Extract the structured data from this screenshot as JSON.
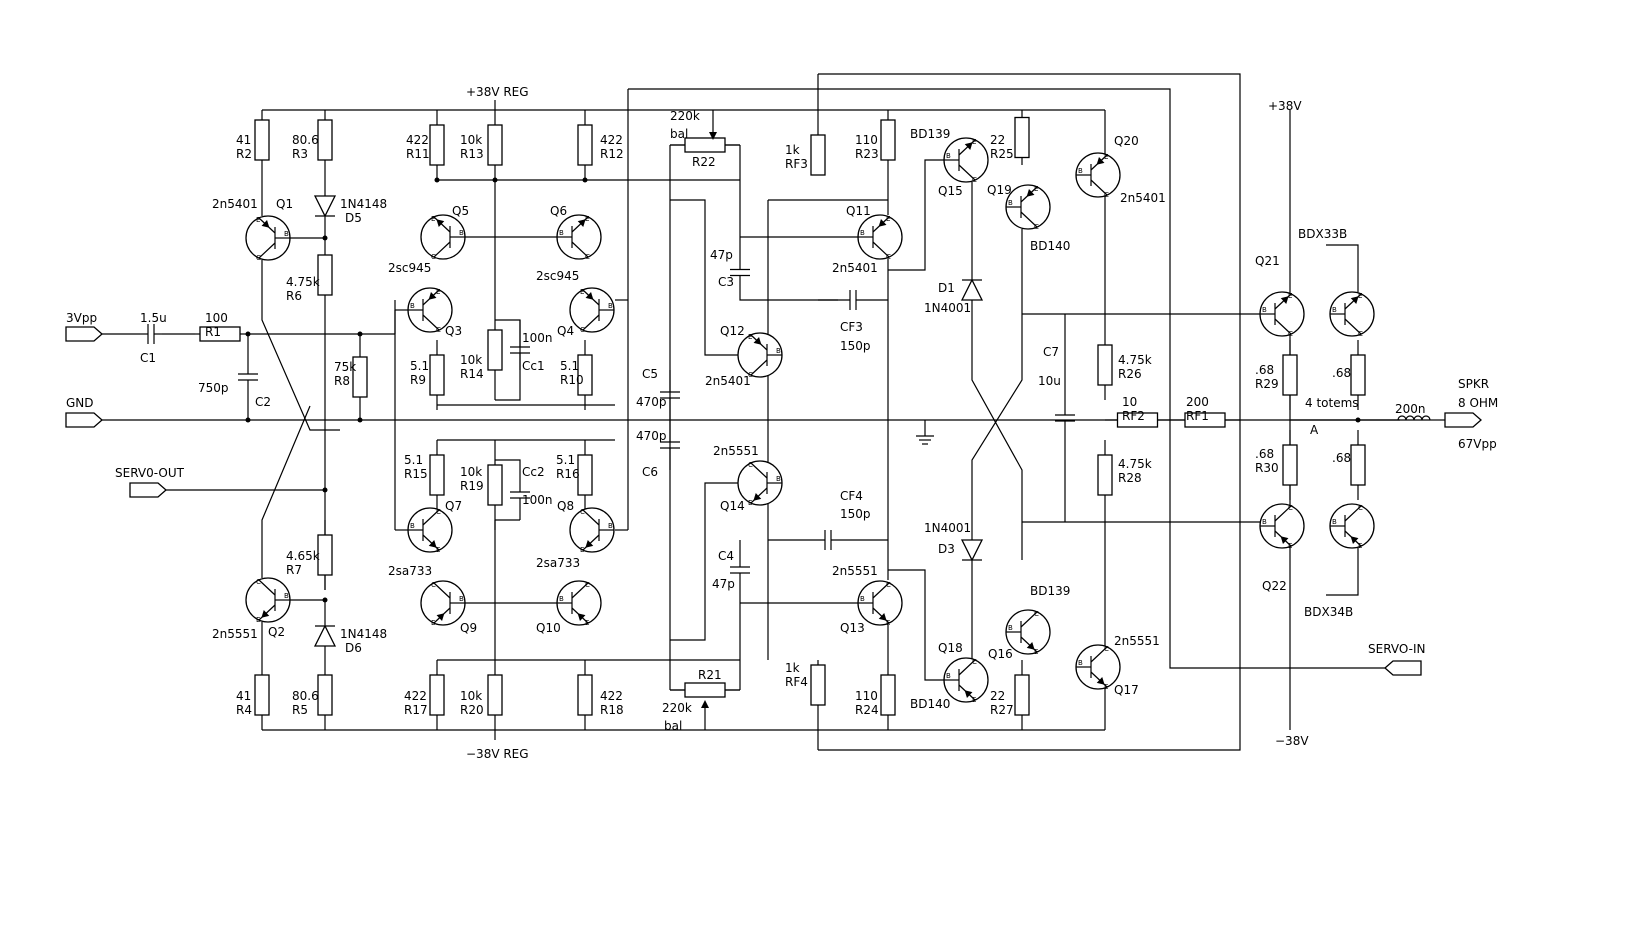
{
  "rails": {
    "pos_reg": "+38V REG",
    "neg_reg": "−38V REG",
    "pos": "+38V",
    "neg": "−38V"
  },
  "io": {
    "input": "3Vpp",
    "gnd": "GND",
    "servo_out": "SERV0-OUT",
    "servo_in": "SERVO-IN",
    "spkr": "SPKR",
    "load": "8 OHM",
    "out_v": "67Vpp"
  },
  "resistors": [
    {
      "ref": "R1",
      "value": "100"
    },
    {
      "ref": "R2",
      "value": "41"
    },
    {
      "ref": "R3",
      "value": "80.6"
    },
    {
      "ref": "R4",
      "value": "41"
    },
    {
      "ref": "R5",
      "value": "80.6"
    },
    {
      "ref": "R6",
      "value": "4.75k"
    },
    {
      "ref": "R7",
      "value": "4.65k"
    },
    {
      "ref": "R8",
      "value": "75k"
    },
    {
      "ref": "R9",
      "value": "5.1"
    },
    {
      "ref": "R10",
      "value": "5.1"
    },
    {
      "ref": "R11",
      "value": "422"
    },
    {
      "ref": "R12",
      "value": "422"
    },
    {
      "ref": "R13",
      "value": "10k"
    },
    {
      "ref": "R14",
      "value": "10k"
    },
    {
      "ref": "R15",
      "value": "5.1"
    },
    {
      "ref": "R16",
      "value": "5.1"
    },
    {
      "ref": "R17",
      "value": "422"
    },
    {
      "ref": "R18",
      "value": "422"
    },
    {
      "ref": "R19",
      "value": "10k"
    },
    {
      "ref": "R20",
      "value": "10k"
    },
    {
      "ref": "R23",
      "value": "110"
    },
    {
      "ref": "R24",
      "value": "110"
    },
    {
      "ref": "R25",
      "value": "22"
    },
    {
      "ref": "R26",
      "value": "4.75k"
    },
    {
      "ref": "R27",
      "value": "22"
    },
    {
      "ref": "R28",
      "value": "4.75k"
    },
    {
      "ref": "R29",
      "value": ".68"
    },
    {
      "ref": "R30",
      "value": ".68"
    },
    {
      "ref": "RF1",
      "value": "200"
    },
    {
      "ref": "RF2",
      "value": "10"
    },
    {
      "ref": "RF3",
      "value": "1k"
    },
    {
      "ref": "RF4",
      "value": "1k"
    }
  ],
  "pots": [
    {
      "ref": "R22",
      "value": "220k",
      "note": "bal"
    },
    {
      "ref": "R21",
      "value": "220k",
      "note": "bal"
    }
  ],
  "caps": [
    {
      "ref": "C1",
      "value": "1.5u"
    },
    {
      "ref": "C2",
      "value": "750p"
    },
    {
      "ref": "C3",
      "value": "47p"
    },
    {
      "ref": "C4",
      "value": "47p"
    },
    {
      "ref": "C5",
      "value": "470p"
    },
    {
      "ref": "C6",
      "value": "470p"
    },
    {
      "ref": "C7",
      "value": "10u"
    },
    {
      "ref": "Cc1",
      "value": "100n"
    },
    {
      "ref": "Cc2",
      "value": "100n"
    },
    {
      "ref": "CF3",
      "value": "150p"
    },
    {
      "ref": "CF4",
      "value": "150p"
    }
  ],
  "diodes": [
    {
      "ref": "D5",
      "part": "1N4148"
    },
    {
      "ref": "D6",
      "part": "1N4148"
    },
    {
      "ref": "D1",
      "part": "1N4001"
    },
    {
      "ref": "D3",
      "part": "1N4001"
    }
  ],
  "transistors": [
    {
      "ref": "Q1",
      "part": "2n5401"
    },
    {
      "ref": "Q2",
      "part": "2n5551"
    },
    {
      "ref": "Q3",
      "part": ""
    },
    {
      "ref": "Q4",
      "part": ""
    },
    {
      "ref": "Q5",
      "part": "2sc945"
    },
    {
      "ref": "Q6",
      "part": "2sc945"
    },
    {
      "ref": "Q7",
      "part": "2sa733"
    },
    {
      "ref": "Q8",
      "part": "2sa733"
    },
    {
      "ref": "Q9",
      "part": ""
    },
    {
      "ref": "Q10",
      "part": ""
    },
    {
      "ref": "Q11",
      "part": "2n5401"
    },
    {
      "ref": "Q12",
      "part": "2n5401"
    },
    {
      "ref": "Q13",
      "part": "2n5551"
    },
    {
      "ref": "Q14",
      "part": "2n5551"
    },
    {
      "ref": "Q15",
      "part": "BD139"
    },
    {
      "ref": "Q16",
      "part": "BD139"
    },
    {
      "ref": "Q17",
      "part": "2n5551"
    },
    {
      "ref": "Q18",
      "part": "BD140"
    },
    {
      "ref": "Q19",
      "part": "BD140"
    },
    {
      "ref": "Q20",
      "part": "2n5401"
    },
    {
      "ref": "Q21",
      "part": "BDX33B"
    },
    {
      "ref": "Q22",
      "part": "BDX34B"
    }
  ],
  "output": {
    "inductor": "200n",
    "totems": "4 totems",
    "node": "A",
    "r_extra_top": ".68",
    "r_extra_bot": ".68"
  },
  "pins": {
    "b": "B",
    "c": "C",
    "e": "E"
  }
}
